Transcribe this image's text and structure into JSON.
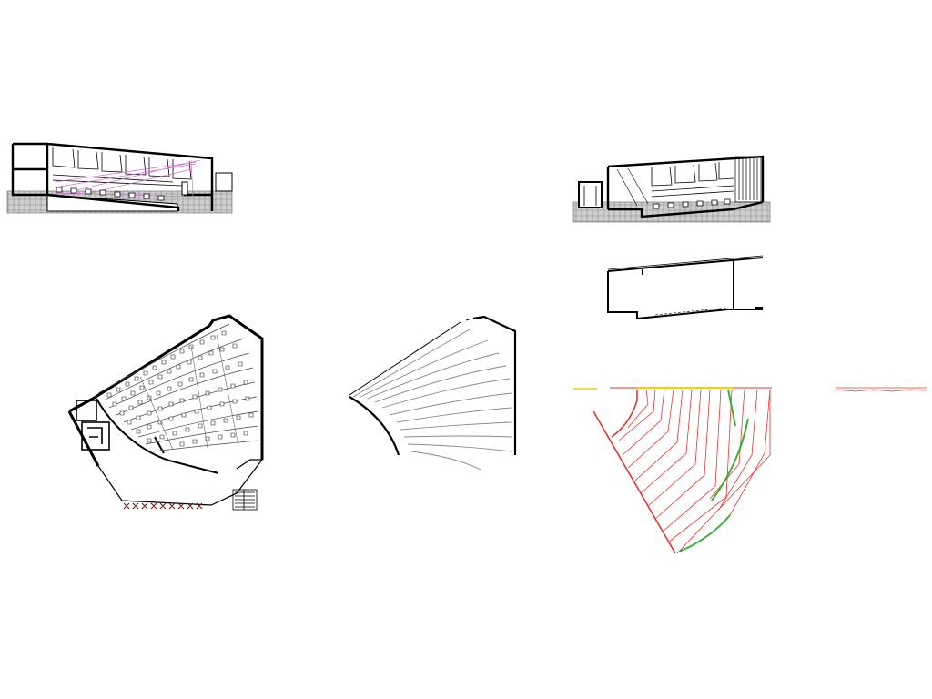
{
  "drawing": {
    "background": "#ffffff",
    "views": [
      {
        "id": "left-section",
        "kind": "building-section"
      },
      {
        "id": "right-section",
        "kind": "building-section"
      },
      {
        "id": "section-outline",
        "kind": "section-outline"
      },
      {
        "id": "floor-plan",
        "kind": "auditorium-floor-plan"
      },
      {
        "id": "seating-rows-outline",
        "kind": "seating-rows-plan"
      },
      {
        "id": "red-setout-plan",
        "kind": "setting-out-plan"
      },
      {
        "id": "red-profile-line",
        "kind": "profile-line"
      }
    ],
    "colors": {
      "line": "#000000",
      "thin_line": "#555555",
      "grey_line": "#8a8a8a",
      "section_purple": "#d070d8",
      "setout_red": "#e8342c",
      "highlight_green": "#3cae3c",
      "highlight_yellow": "#f2d400",
      "marker_dark_red": "#7a1a1a",
      "ground_fill": "#bcbcbc"
    }
  }
}
